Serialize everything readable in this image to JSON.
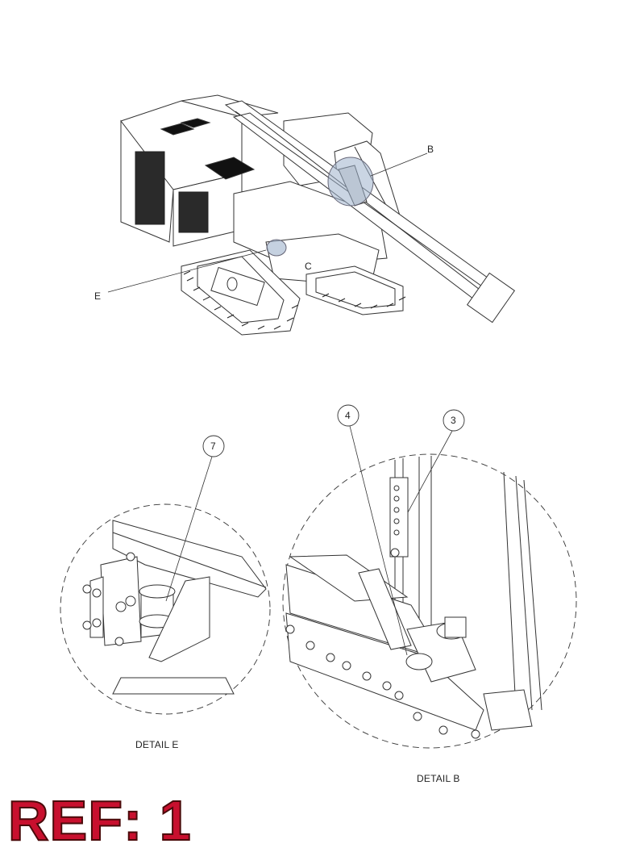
{
  "callouts": {
    "b": "B",
    "c": "C",
    "e": "E",
    "item_7": "7",
    "item_4": "4",
    "item_3": "3"
  },
  "details": {
    "e_title": "DETAIL E",
    "b_title": "DETAIL B"
  },
  "ref_label": "REF: 1",
  "colors": {
    "ref_red": "#c8102e",
    "line": "#333333",
    "highlight": "#9fb3cc"
  }
}
